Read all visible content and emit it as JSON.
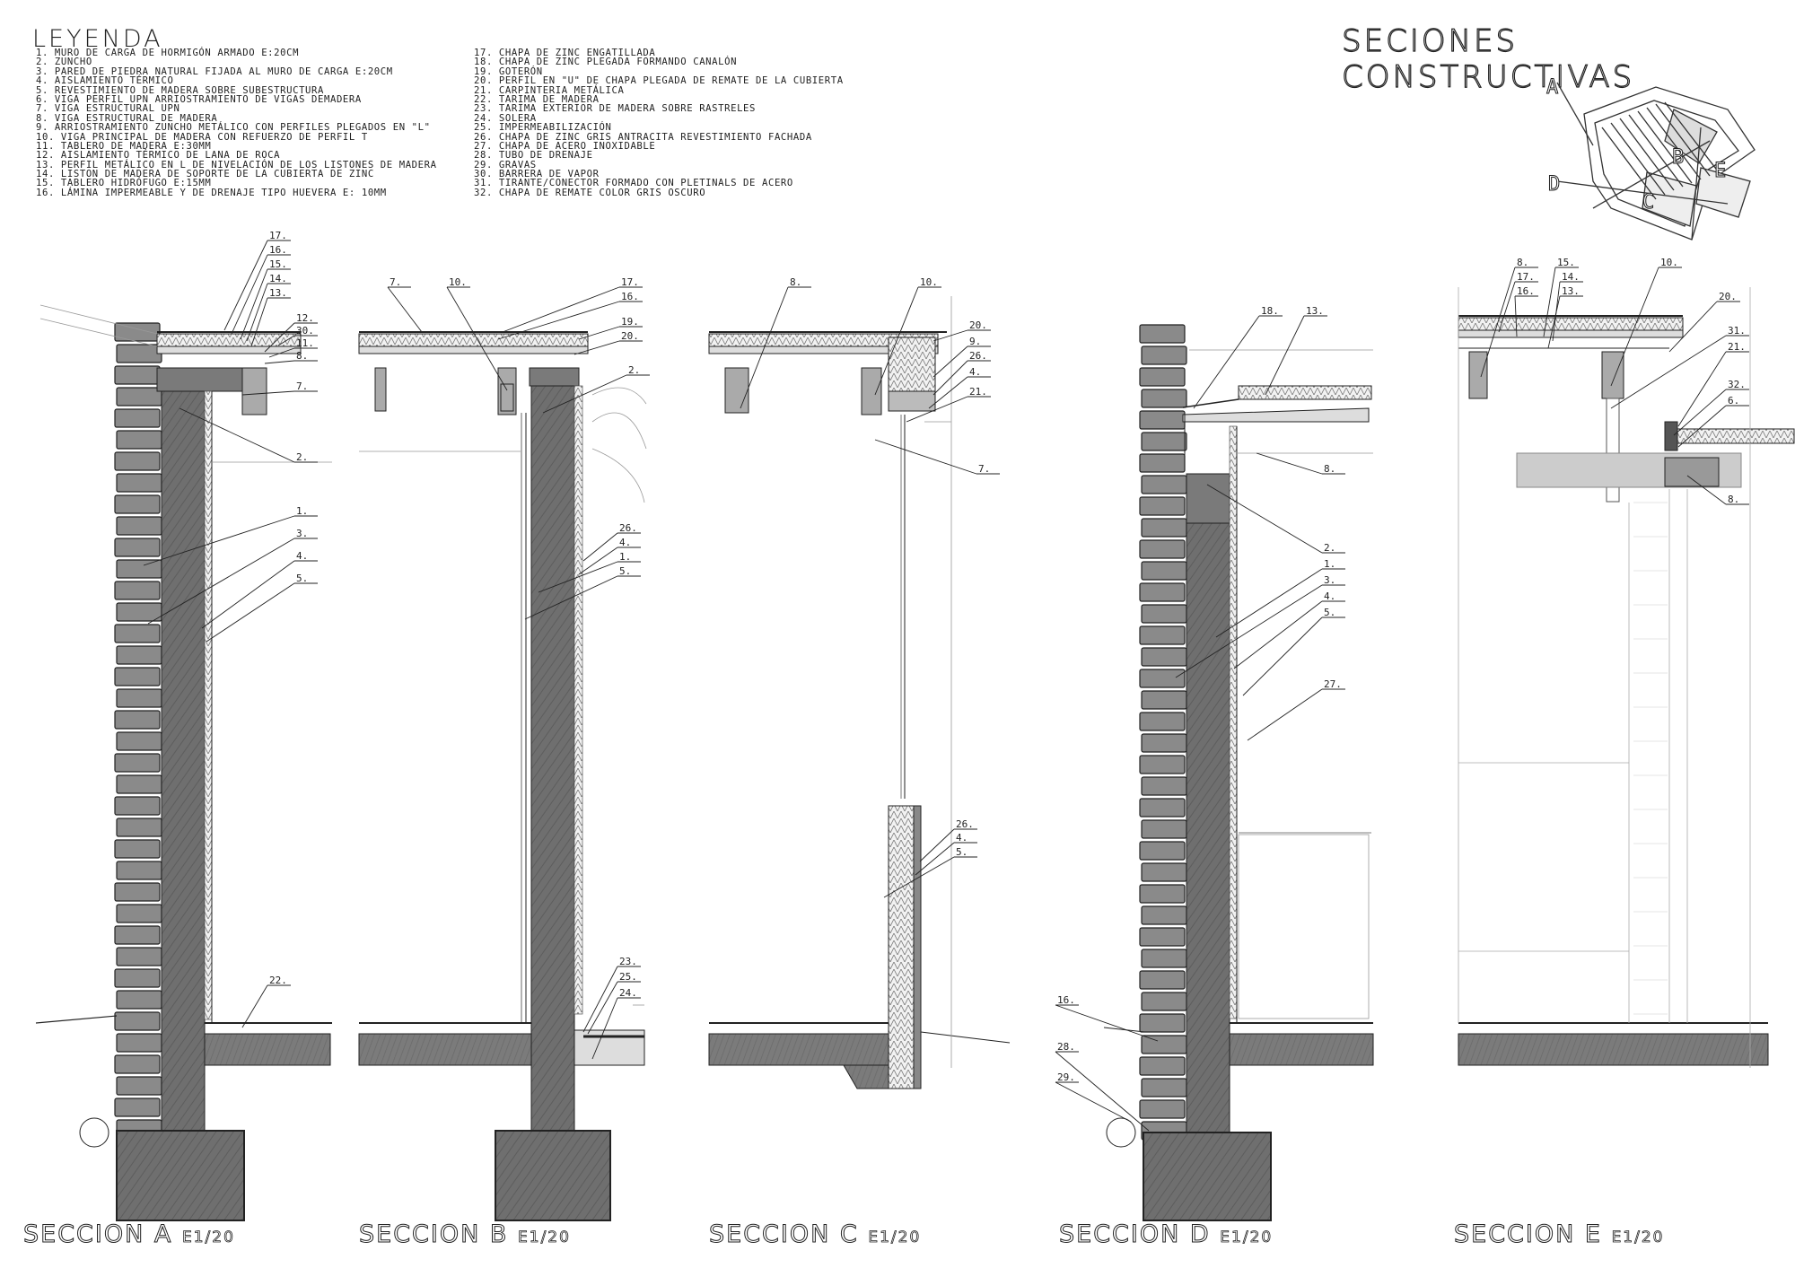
{
  "legend": {
    "title": "LEYENDA",
    "items_left": [
      "1. MURO DE CARGA DE HORMIGÓN ARMADO E:20CM",
      "2. ZUNCHO",
      "3. PARED DE PIEDRA NATURAL FIJADA AL MURO DE CARGA E:20CM",
      "4. AISLAMIENTO TÉRMICO",
      "5. REVESTIMIENTO DE MADERA SOBRE SUBESTRUCTURA",
      "6. VIGA PERFIL UPN ARRIOSTRAMIENTO DE VIGAS DEMADERA",
      "7. VIGA ESTRUCTURAL UPN",
      "8. VIGA ESTRUCTURAL DE MADERA",
      "9. ARRIOSTRAMIENTO ZUNCHO METÁLICO CON PERFILES PLEGADOS EN \"L\"",
      "10. VIGA PRINCIPAL DE MADERA CON REFUERZO DE PERFIL T",
      "11. TABLERO DE MADERA E:30MM",
      "12. AISLAMIENTO TÉRMICO DE LANA DE ROCA",
      "13. PERFIL METÁLICO EN L DE NIVELACIÓN DE LOS LISTONES DE MADERA",
      "14. LISTON DE MADERA DE SOPORTE DE LA CUBIERTA DE ZINC",
      "15. TABLERO HIDRÓFUGO E:15MM",
      "16. LÁMINA IMPERMEABLE Y DE DRENAJE TIPO HUEVERA E: 10MM"
    ],
    "items_right": [
      "17. CHAPA DE ZINC ENGATILLADA",
      "18. CHAPA DE ZINC PLEGADA FORMANDO CANALÓN",
      "19. GOTERÓN",
      "20. PERFIL EN \"U\" DE CHAPA PLEGADA DE REMATE DE LA CUBIERTA",
      "21. CARPINTERIA METÁLICA",
      "22. TARIMA DE MADERA",
      "23. TARIMA EXTERIOR DE MADERA SOBRE RASTRELES",
      "24. SOLERA",
      "25. IMPERMEABILIZACIÓN",
      "26. CHAPA DE ZINC GRIS ANTRACITA REVESTIMIENTO FACHADA",
      "27. CHAPA DE ACERO INOXIDABLE",
      "28. TUBO DE DRENAJE",
      "29. GRAVAS",
      "30. BARRERA DE VAPOR",
      "31. TIRANTE/CONECTOR FORMADO CON PLETINALS DE ACERO",
      "32. CHAPA DE REMATE COLOR GRIS OSCURO"
    ]
  },
  "sheet_title": "SECIONES CONSTRUCTIVAS",
  "key_plan_letters": [
    "A",
    "B",
    "C",
    "D",
    "E"
  ],
  "sections": [
    {
      "name": "SECCION A",
      "scale": "E1/20",
      "callouts": [
        "17.",
        "16.",
        "15.",
        "14.",
        "13.",
        "12.",
        "30.",
        "11.",
        "8.",
        "7.",
        "2.",
        "1.",
        "3.",
        "4.",
        "5.",
        "22."
      ]
    },
    {
      "name": "SECCION B",
      "scale": "E1/20",
      "callouts": [
        "7.",
        "10.",
        "17.",
        "16.",
        "19.",
        "20.",
        "2.",
        "26.",
        "4.",
        "1.",
        "5.",
        "23.",
        "25.",
        "24."
      ]
    },
    {
      "name": "SECCION C",
      "scale": "E1/20",
      "callouts": [
        "8.",
        "10.",
        "20.",
        "9.",
        "26.",
        "4.",
        "21.",
        "7.",
        "26.",
        "4.",
        "5."
      ]
    },
    {
      "name": "SECCION D",
      "scale": "E1/20",
      "callouts": [
        "18.",
        "13.",
        "8.",
        "2.",
        "1.",
        "3.",
        "4.",
        "5.",
        "27.",
        "16.",
        "28.",
        "29."
      ]
    },
    {
      "name": "SECCION E",
      "scale": "E1/20",
      "callouts": [
        "8.",
        "17.",
        "16.",
        "15.",
        "14.",
        "13.",
        "10.",
        "20.",
        "31.",
        "21.",
        "32.",
        "6.",
        "8."
      ]
    }
  ],
  "colors": {
    "concrete": "#6f6f6f",
    "stone": "#8a8a8a",
    "wood": "#a9a9a9",
    "line": "#222222"
  }
}
